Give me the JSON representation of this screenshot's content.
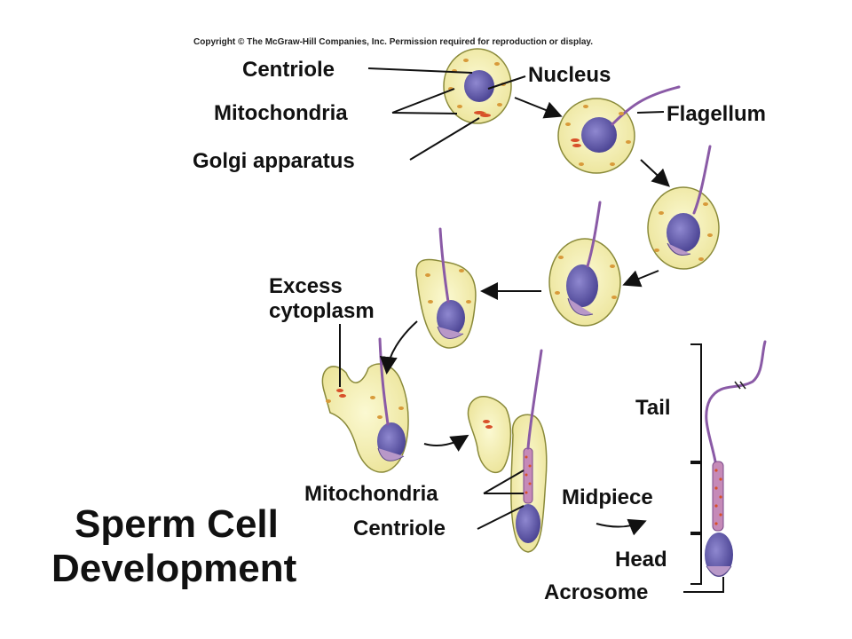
{
  "copyright": "Copyright © The McGraw-Hill Companies, Inc. Permission required for reproduction or display.",
  "title_line1": "Sperm Cell",
  "title_line2": "Development",
  "labels": {
    "centriole_top": "Centriole",
    "nucleus": "Nucleus",
    "mitochondria_top": "Mitochondria",
    "flagellum": "Flagellum",
    "golgi": "Golgi apparatus",
    "excess_line1": "Excess",
    "excess_line2": "cytoplasm",
    "mitochondria_bottom": "Mitochondria",
    "centriole_bottom": "Centriole",
    "tail": "Tail",
    "midpiece": "Midpiece",
    "head": "Head",
    "acrosome": "Acrosome"
  },
  "colors": {
    "cytoplasm": "#f4f0a8",
    "nucleus": "#6a63b4",
    "flagellum": "#8a5aa6",
    "organelle": "#d8502a",
    "midpiece": "#c58ab8"
  }
}
